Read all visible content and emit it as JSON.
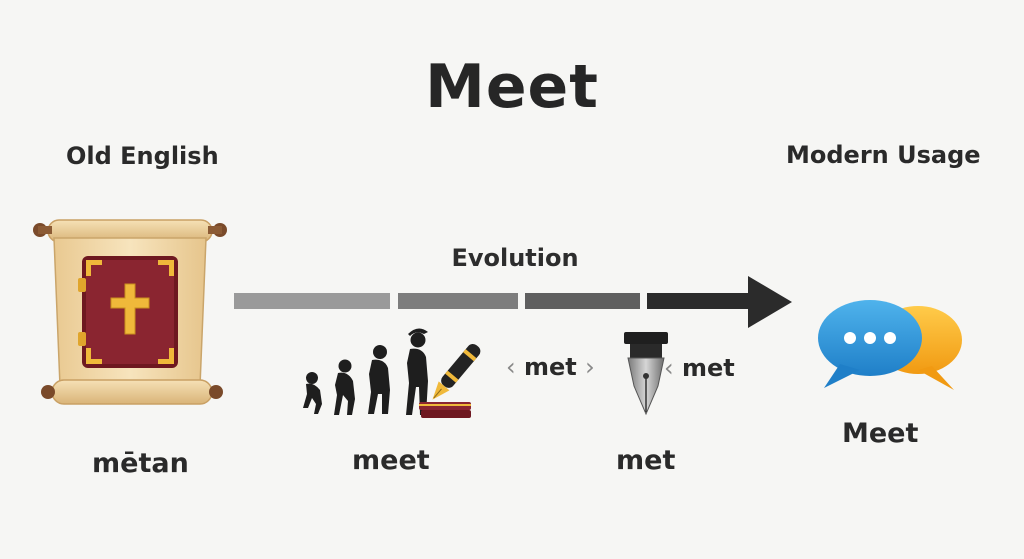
{
  "title": "Meet",
  "left_stage": {
    "heading": "Old English",
    "word": "mētan"
  },
  "right_stage": {
    "heading": "Modern Usage",
    "word": "Meet"
  },
  "timeline": {
    "label": "Evolution",
    "stages": [
      {
        "word": "meet"
      },
      {
        "word": "met"
      }
    ],
    "transition_forms": [
      {
        "left_chevron": "‹",
        "form": "met",
        "right_chevron": "›"
      },
      {
        "left_chevron": "‹",
        "form": "met"
      }
    ]
  },
  "icons": {
    "scroll": "scroll-book-icon",
    "evolution": "human-evolution-silhouettes-icon",
    "quill": "quill-pen-icon",
    "books": "books-icon",
    "fountain_pen": "fountain-pen-icon",
    "speech": "speech-bubbles-icon"
  },
  "colors": {
    "bar_light": "#9a9a9a",
    "bar_mid": "#7d7d7d",
    "bar_dark": "#5f5f5f",
    "arrow": "#2b2b2b",
    "book_red": "#7a1c24",
    "gold": "#f0b93a",
    "parchment": "#f3dcb0",
    "bubble_blue": "#2f93d6",
    "bubble_orange": "#f4a51c"
  }
}
